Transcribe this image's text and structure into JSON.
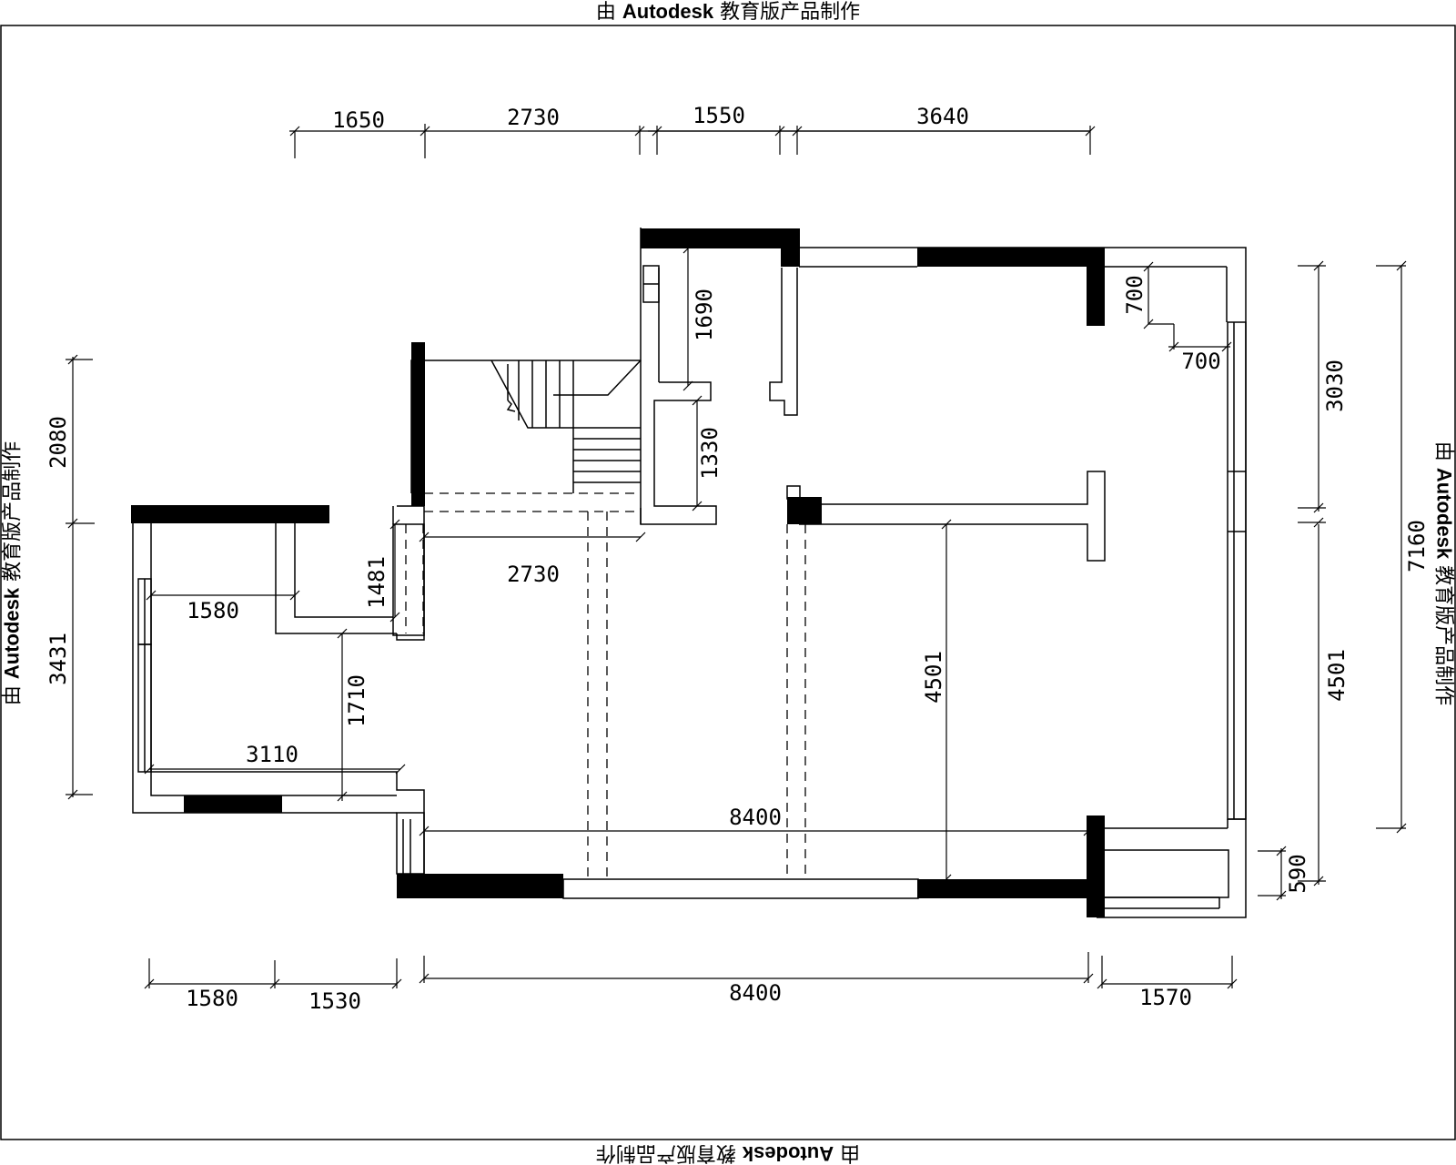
{
  "watermark": {
    "prefix": "由",
    "brand": "Autodesk",
    "suffix": "教育版产品制作"
  },
  "dimensions": {
    "top_1650": "1650",
    "top_2730": "2730",
    "top_1550": "1550",
    "top_3640": "3640",
    "left_2080": "2080",
    "left_3431": "3431",
    "right_3030": "3030",
    "right_7160": "7160",
    "right_4501": "4501",
    "right_590": "590",
    "bottom_1580": "1580",
    "bottom_1530": "1530",
    "bottom_8400": "8400",
    "bottom_1570": "1570",
    "inner_1690": "1690",
    "inner_1330": "1330",
    "inner_700_v": "700",
    "inner_700_h": "700",
    "inner_2730": "2730",
    "inner_1481": "1481",
    "inner_1580": "1580",
    "inner_1710": "1710",
    "inner_3110": "3110",
    "inner_8400": "8400",
    "inner_4501": "4501"
  }
}
